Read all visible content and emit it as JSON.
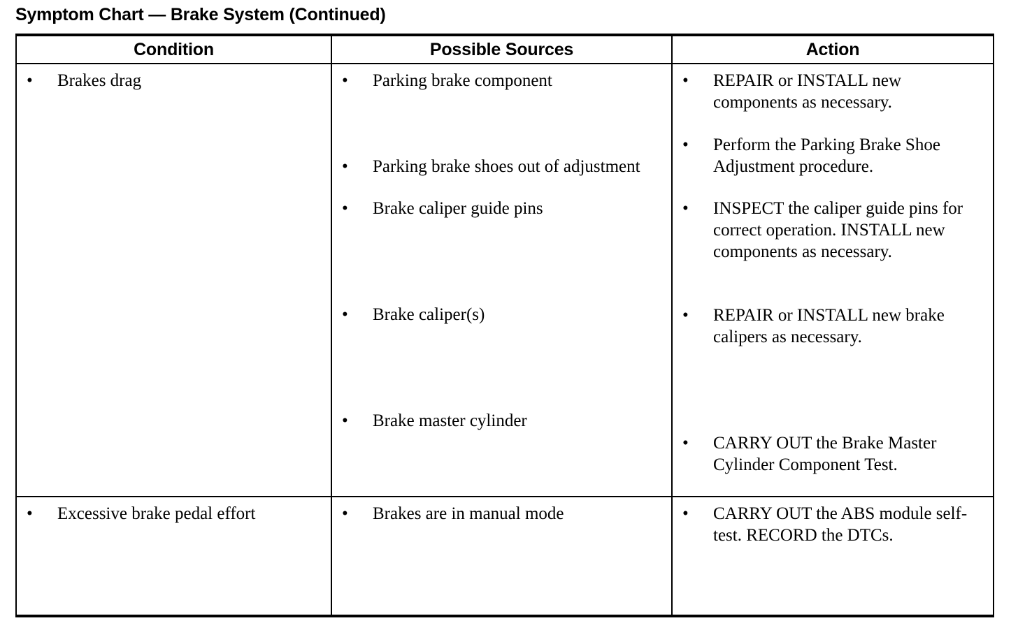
{
  "document": {
    "title": "Symptom Chart — Brake System (Continued)"
  },
  "table": {
    "headers": {
      "condition": "Condition",
      "sources": "Possible Sources",
      "action": "Action"
    },
    "bullet_glyph": "•",
    "rows": [
      {
        "condition": [
          "Brakes drag"
        ],
        "sources": [
          "Parking brake component",
          "Parking brake shoes out of adjustment",
          "Brake caliper guide pins",
          "Brake caliper(s)",
          "Brake master cylinder"
        ],
        "actions": [
          "REPAIR or INSTALL new components as necessary.",
          "Perform the Parking Brake Shoe Adjustment procedure.",
          "INSPECT the caliper guide pins for correct operation. INSTALL new components as necessary.",
          "REPAIR or INSTALL new brake calipers as necessary.",
          "CARRY OUT the Brake Master Cylinder Component Test."
        ]
      },
      {
        "condition": [
          "Excessive brake pedal effort"
        ],
        "sources": [
          "Brakes are in manual mode"
        ],
        "actions": [
          "CARRY OUT the ABS module self-test. RECORD the DTCs."
        ]
      }
    ]
  }
}
